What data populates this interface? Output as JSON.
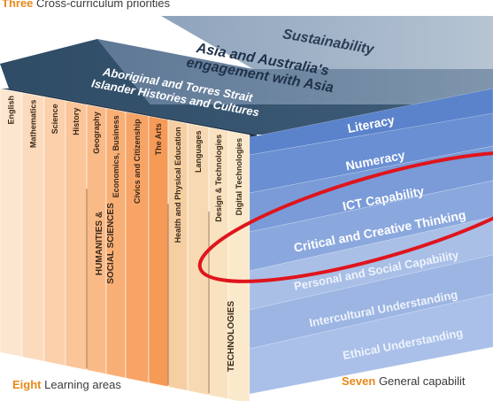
{
  "captions": {
    "top": {
      "highlight": "Three",
      "rest": "Cross-curriculum priorities"
    },
    "left": {
      "highlight": "Eight",
      "rest": "Learning areas"
    },
    "right": {
      "highlight": "Seven",
      "rest": "General capabilit"
    }
  },
  "priorities": [
    "Sustainability",
    "Asia and Australia's engagement with Asia",
    "Aboriginal and Torres Strait Islander Histories and Cultures"
  ],
  "priority_lines": {
    "sustainability": [
      "Sustainability"
    ],
    "asia": [
      "Asia and Australia's",
      "engagement with Asia"
    ],
    "aboriginal": [
      "Aboriginal and Torres Strait",
      "Islander Histories and Cultures"
    ]
  },
  "learning_areas": [
    "English",
    "Mathematics",
    "Science",
    "History",
    "Geography",
    "Economics, Business",
    "Civics and Citizenship",
    "The Arts",
    "Health and Physical Education",
    "Languages",
    "Design & Technologies",
    "Digital Technologies"
  ],
  "group_labels": {
    "humanities": [
      "HUMANITIES &",
      "SOCIAL SCIENCES"
    ],
    "technologies": "TECHNOLOGIES"
  },
  "capabilities": [
    "Literacy",
    "Numeracy",
    "ICT Capability",
    "Critical and Creative Thinking",
    "Personal and Social Capability",
    "Intercultural Understanding",
    "Ethical Understanding"
  ],
  "colors": {
    "highlight": "#e8891a",
    "annotation": "#e0141c"
  }
}
